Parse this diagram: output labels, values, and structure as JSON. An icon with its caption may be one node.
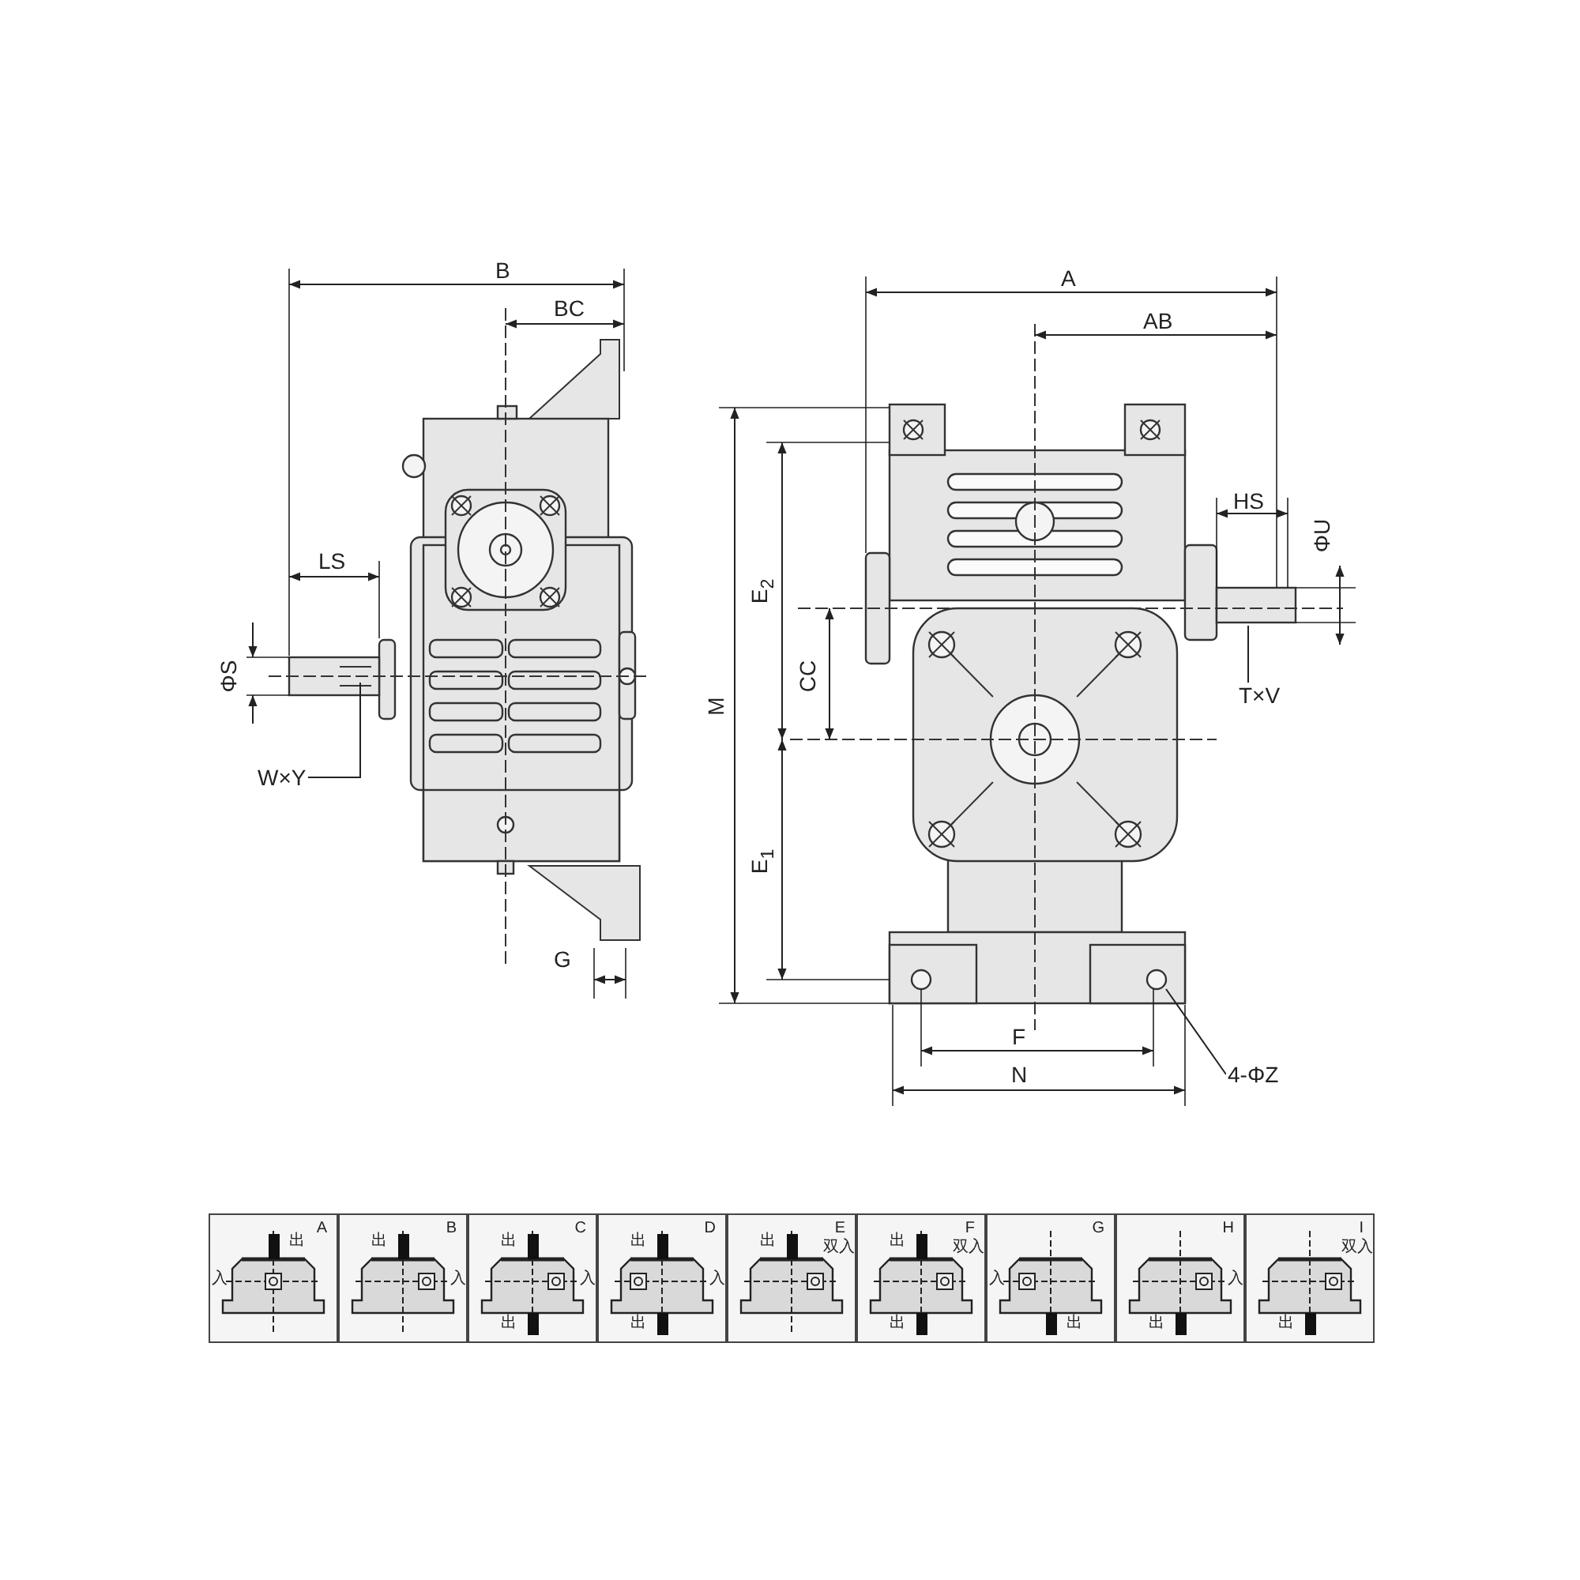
{
  "diagram": {
    "nodes": [
      {
        "text": [
          "A",
          "出",
          "入"
        ]
      },
      {
        "text": [
          "B",
          "出",
          "入"
        ]
      },
      {
        "text": [
          "C",
          "出",
          "入",
          "出"
        ]
      },
      {
        "text": [
          "D",
          "出",
          "入",
          "出"
        ]
      },
      {
        "text": [
          "E",
          "出",
          "双入"
        ]
      },
      {
        "text": [
          "F",
          "出",
          "双入",
          "出"
        ]
      },
      {
        "text": [
          "G",
          "入",
          "出"
        ]
      },
      {
        "text": [
          "H",
          "入",
          "出"
        ]
      },
      {
        "text": [
          "I",
          "双入",
          "出"
        ]
      },
      {
        "text": [
          "W×Y"
        ]
      },
      {
        "text": [
          "T×V"
        ]
      },
      {
        "text": [
          "4-ΦZ"
        ]
      }
    ],
    "edges": [
      {
        "from": 9,
        "to": null,
        "arrow": "none"
      },
      {
        "from": 10,
        "to": null,
        "arrow": "none"
      },
      {
        "from": 11,
        "to": null,
        "arrow": "none"
      }
    ],
    "labels": [
      "B",
      "A",
      "BC",
      "AB",
      "HS",
      "ΦU",
      "LS",
      "E$_{2}$",
      "ΦS",
      "CC",
      "M",
      "E$_{1}$",
      "G",
      "F",
      "N"
    ]
  }
}
